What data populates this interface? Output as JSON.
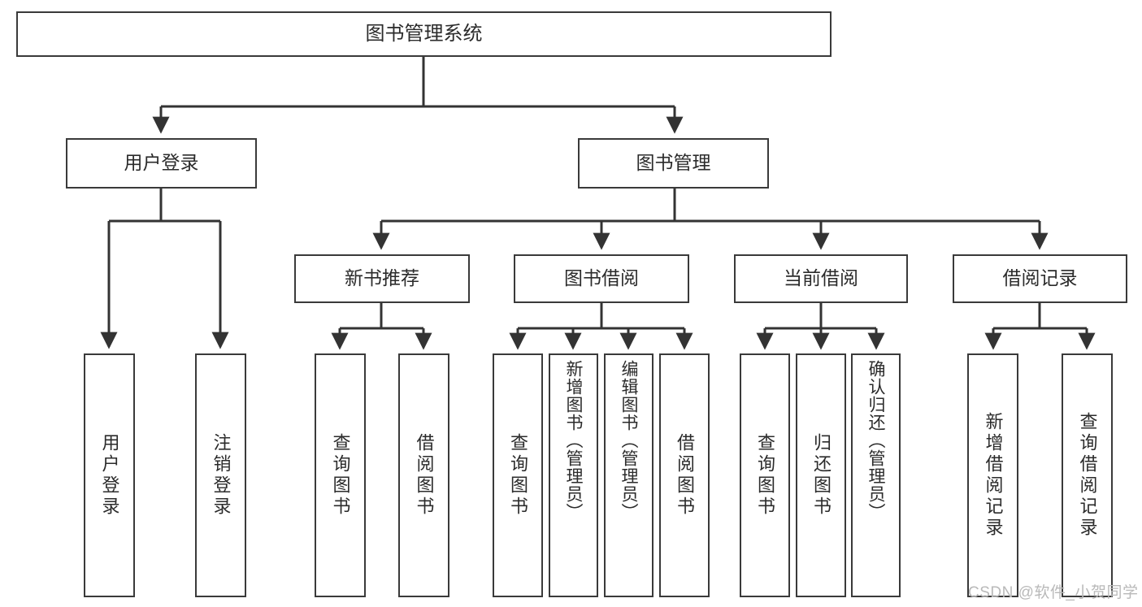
{
  "diagram": {
    "type": "tree-hierarchy",
    "title": "图书管理系统",
    "watermark": "CSDN @软件_小贺同学",
    "colors": {
      "box_border": "#3a3a3a",
      "box_fill": "#ffffff",
      "connector": "#333333",
      "text": "#2b2b2b",
      "watermark": "#b9b9b9",
      "background": "#ffffff"
    },
    "nodes": {
      "root": {
        "label": "图书管理系统",
        "level": 0
      },
      "level1": [
        {
          "id": "user-login",
          "label": "用户登录"
        },
        {
          "id": "book-manage",
          "label": "图书管理"
        }
      ],
      "level2": [
        {
          "id": "new-book-recommend",
          "label": "新书推荐",
          "parent": "book-manage"
        },
        {
          "id": "book-borrow",
          "label": "图书借阅",
          "parent": "book-manage"
        },
        {
          "id": "current-borrow",
          "label": "当前借阅",
          "parent": "book-manage"
        },
        {
          "id": "borrow-record",
          "label": "借阅记录",
          "parent": "book-manage"
        }
      ],
      "leaves": {
        "user-login": [
          {
            "id": "leaf-user-login",
            "label": "用户登录"
          },
          {
            "id": "leaf-logout",
            "label": "注销登录"
          }
        ],
        "new-book-recommend": [
          {
            "id": "leaf-query-book-1",
            "label": "查询图书"
          },
          {
            "id": "leaf-borrow-book-1",
            "label": "借阅图书"
          }
        ],
        "book-borrow": [
          {
            "id": "leaf-query-book-2",
            "label": "查询图书"
          },
          {
            "id": "leaf-add-book",
            "label": "新增图书（管理员）"
          },
          {
            "id": "leaf-edit-book",
            "label": "编辑图书（管理员）"
          },
          {
            "id": "leaf-borrow-book-2",
            "label": "借阅图书"
          }
        ],
        "current-borrow": [
          {
            "id": "leaf-query-book-3",
            "label": "查询图书"
          },
          {
            "id": "leaf-return-book",
            "label": "归还图书"
          },
          {
            "id": "leaf-confirm-return",
            "label": "确认归还（管理员）"
          }
        ],
        "borrow-record": [
          {
            "id": "leaf-add-record",
            "label": "新增借阅记录"
          },
          {
            "id": "leaf-query-record",
            "label": "查询借阅记录"
          }
        ]
      }
    }
  }
}
